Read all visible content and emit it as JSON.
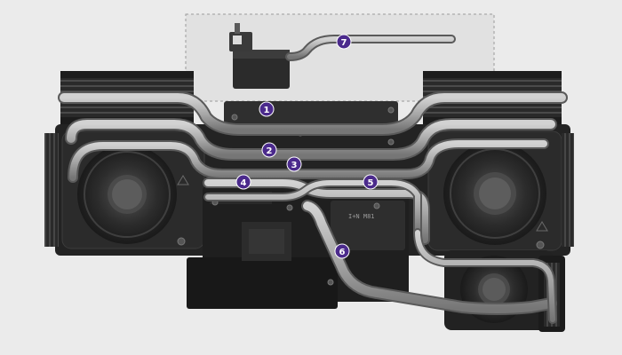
{
  "background_color": "#ebebeb",
  "badge_color": "#4b2a8c",
  "board_text": "I+N M81",
  "callouts": [
    {
      "label": "1"
    },
    {
      "label": "2"
    },
    {
      "label": "3"
    },
    {
      "label": "4"
    },
    {
      "label": "5"
    },
    {
      "label": "6"
    },
    {
      "label": "7"
    }
  ]
}
